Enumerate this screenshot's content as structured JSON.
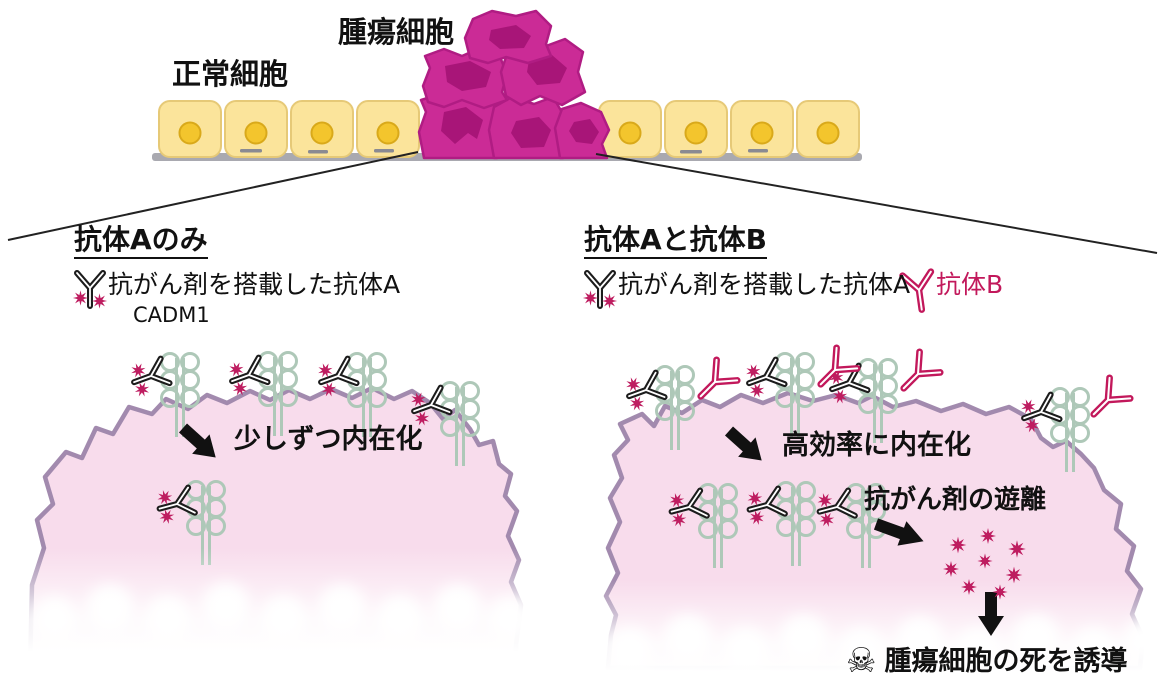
{
  "figure": {
    "top": {
      "tumor_label": "腫瘍細胞",
      "normal_label": "正常細胞"
    },
    "left_panel": {
      "heading": "抗体Aのみ",
      "legend_adc": "抗がん剤を搭載した抗体A",
      "receptor_label": "CADM1",
      "step_internalize": "少しずつ内在化"
    },
    "right_panel": {
      "heading": "抗体Aと抗体B",
      "legend_adc": "抗がん剤を搭載した抗体A",
      "legend_antibody_b": "抗体B",
      "step_internalize": "高効率に内在化",
      "step_release": "抗がん剤の遊離",
      "step_death": "腫瘍細胞の死を誘導",
      "skull_glyph": "☠"
    },
    "colors": {
      "tumor-fill": "#cb2b96",
      "tumor-nucleus": "#a81578",
      "tumor-stroke": "#b01c83",
      "normal-fill": "#fbe49b",
      "normal-stroke": "#e6c977",
      "normal-nucleus": "#f3c52d",
      "normal-nucleus-stroke": "#d9a91a",
      "baseline": "#a9a9b0",
      "cell-fill": "#f8dcec",
      "membrane": "#a28aae",
      "receptor": "#aec8b8",
      "antibody-a": "#1c1c1c",
      "antibody-b": "#c2185b",
      "drug": "#be1d60",
      "text": "#111111"
    }
  }
}
